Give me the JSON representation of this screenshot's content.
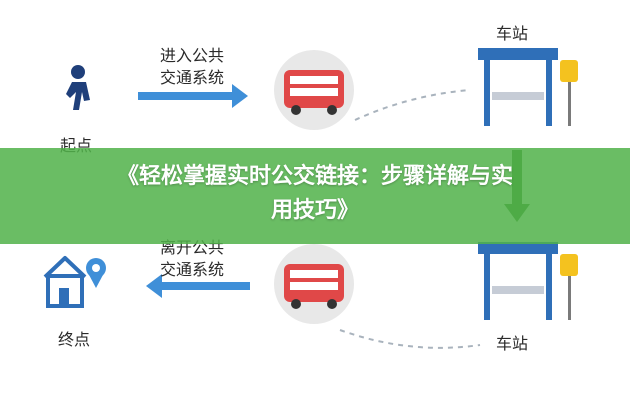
{
  "labels": {
    "start": "起点",
    "end": "终点",
    "enter_line1": "进入公共",
    "enter_line2": "交通系统",
    "leave_line1": "离开公共",
    "leave_line2": "交通系统",
    "station_top": "车站",
    "station_bottom": "车站"
  },
  "banner": {
    "title_line1": "《轻松掌握实时公交链接：步骤详解与实",
    "title_line2": "用技巧》"
  },
  "colors": {
    "banner_green": "#52b24a",
    "arrow_blue": "#3f8fd8",
    "bus_red": "#e04848",
    "station_blue": "#2f6fb8",
    "sign_yellow": "#f4c21f",
    "circle_gray": "#e8e8e8",
    "walker_navy": "#1f3f7a"
  },
  "icons": {
    "start": "walking-person-icon",
    "end": "home-location-icon",
    "bus": "double-decker-bus-icon",
    "station": "bus-station-icon"
  }
}
